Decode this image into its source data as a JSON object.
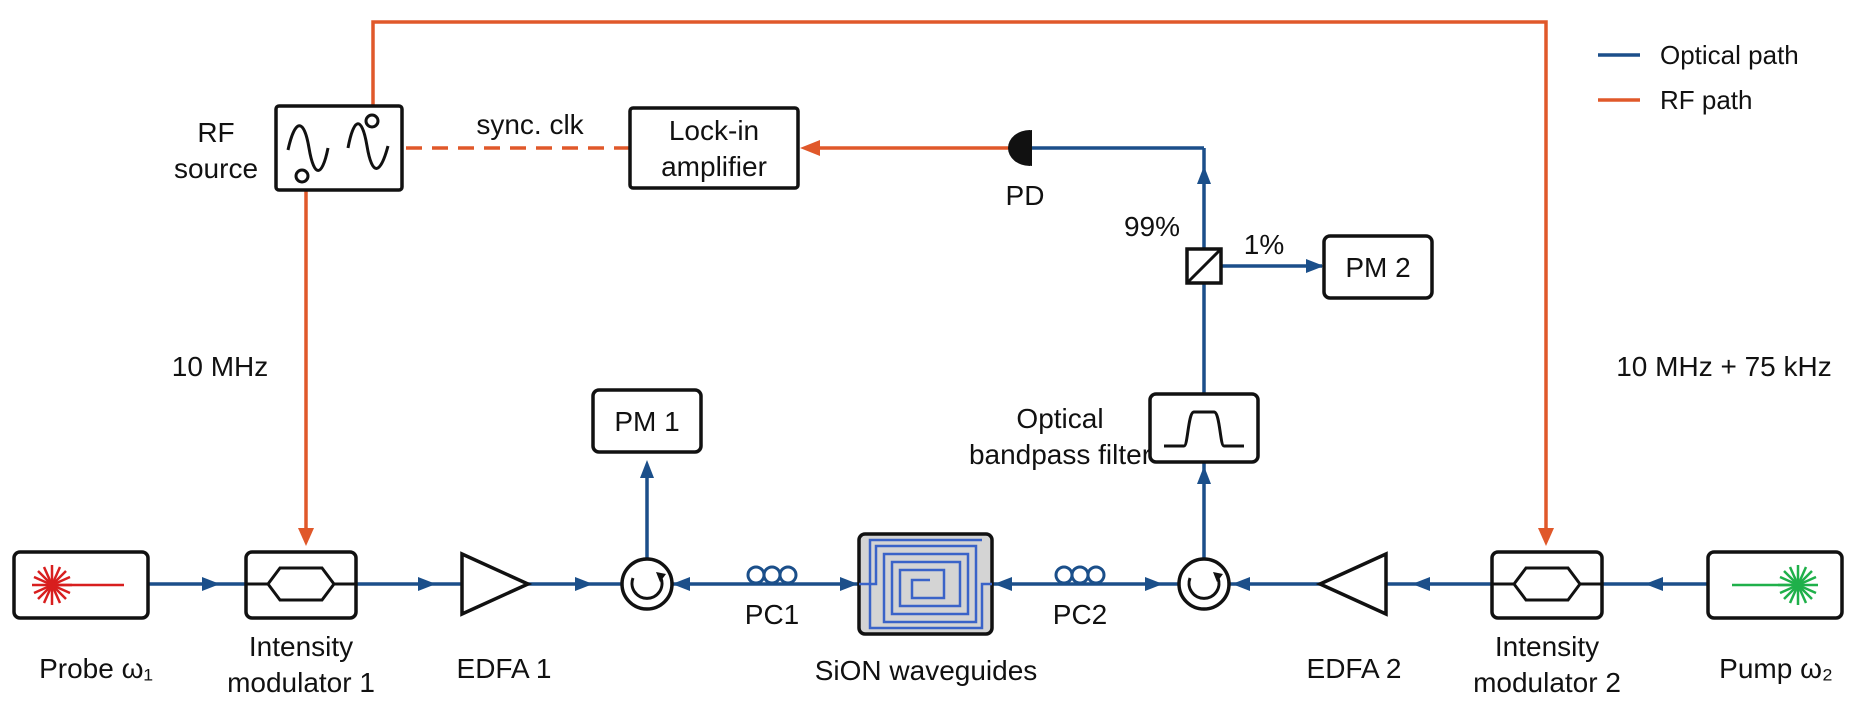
{
  "legend": {
    "optical_label": "Optical path",
    "rf_label": "RF path",
    "optical_color": "#1b4f8a",
    "rf_color": "#e0582a"
  },
  "components": {
    "rf_source": [
      "RF",
      "source"
    ],
    "lockin": [
      "Lock-in",
      "amplifier"
    ],
    "sync_clk": "sync. clk",
    "pd": "PD",
    "pm1": "PM 1",
    "pm2": "PM 2",
    "split_99": "99%",
    "split_1": "1%",
    "filter": [
      "Optical",
      "bandpass filter"
    ],
    "freq_left": "10 MHz",
    "freq_right": "10 MHz + 75 kHz",
    "probe": "Probe ω₁",
    "mod1": [
      "Intensity",
      "modulator 1"
    ],
    "edfa1": "EDFA 1",
    "pc1": "PC1",
    "waveguide": "SiON waveguides",
    "pc2": "PC2",
    "edfa2": "EDFA 2",
    "mod2": [
      "Intensity",
      "modulator 2"
    ],
    "pump": "Pump ω₂"
  },
  "colors": {
    "probe_laser": "#d81e1e",
    "pump_laser": "#1fb04a",
    "waveguide_fill": "#d4d4d4",
    "waveguide_spiral": "#3a63c8"
  }
}
